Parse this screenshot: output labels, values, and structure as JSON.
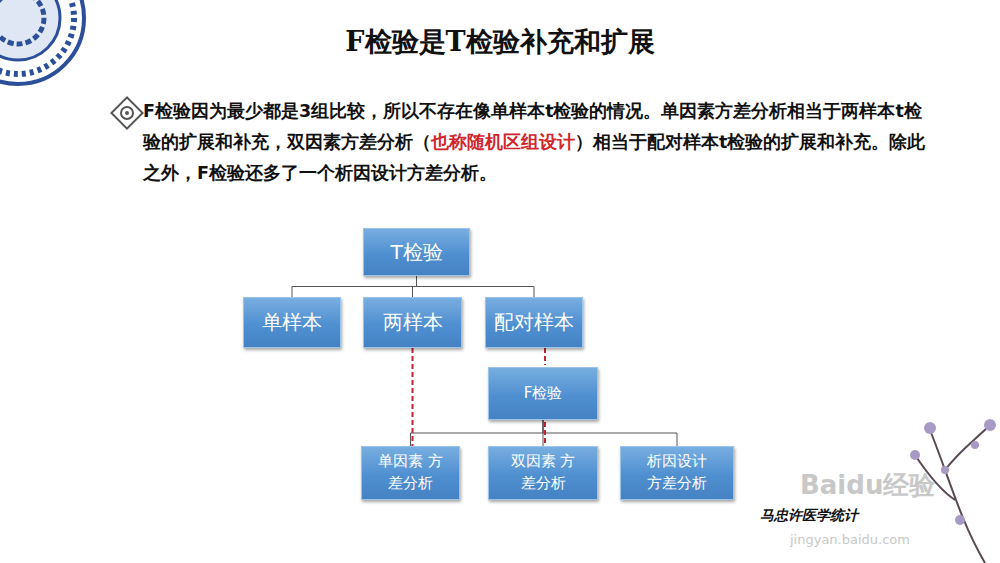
{
  "diagram": {
    "title": "F检验是T检验补充和扩展",
    "nodes": [
      {
        "text": [
          "T检验"
        ]
      },
      {
        "text": [
          "单样本"
        ]
      },
      {
        "text": [
          "两样本"
        ]
      },
      {
        "text": [
          "配对样本"
        ]
      },
      {
        "text": [
          "F检验"
        ]
      },
      {
        "text": [
          "单因素 方差分析"
        ]
      },
      {
        "text": [
          "双因素 方差分析"
        ]
      },
      {
        "text": [
          "析因设计 方差分析"
        ]
      }
    ],
    "edges": [
      {
        "from": 0,
        "to": 1,
        "arrow": "none"
      },
      {
        "from": 0,
        "to": 2,
        "arrow": "none"
      },
      {
        "from": 0,
        "to": 3,
        "arrow": "none"
      },
      {
        "from": 4,
        "to": 5,
        "arrow": "none"
      },
      {
        "from": 4,
        "to": 6,
        "arrow": "none"
      },
      {
        "from": 4,
        "to": 7,
        "arrow": "none"
      },
      {
        "from": 2,
        "to": 5,
        "arrow": "none"
      },
      {
        "from": 3,
        "to": 6,
        "arrow": "none"
      }
    ],
    "labels": [
      "F检验因为最少都是3组比较，所以不存在像单样本t检验的情况。单因素方差分析相当于两样本t检验的扩展和补充，双因素方差分析（",
      "也称随机区组设计",
      "）相当于配对样本t检验的扩展和补充。除此之外，F检验还多了一个析因设计方差分析。",
      "马忠许医学统计",
      "Baidu经验",
      "jingyan.baidu.com"
    ]
  }
}
